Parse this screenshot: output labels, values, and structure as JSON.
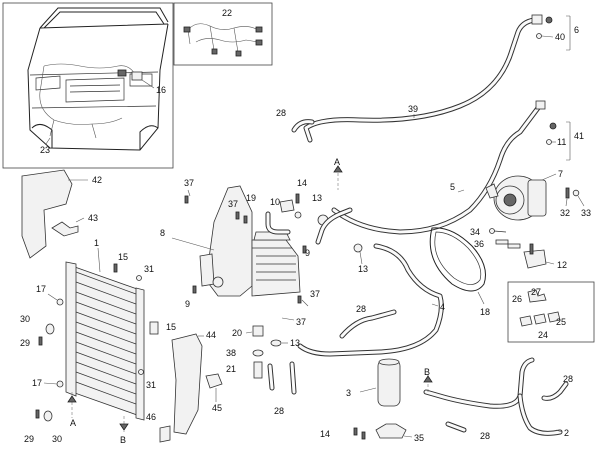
{
  "callouts": {
    "c1": "1",
    "c2": "2",
    "c3": "3",
    "c4": "4",
    "c5": "5",
    "c6": "6",
    "c7": "7",
    "c8": "8",
    "c9a": "9",
    "c9b": "9",
    "c10": "10",
    "c11": "11",
    "c12": "12",
    "c13a": "13",
    "c13b": "13",
    "c13c": "13",
    "c14a": "14",
    "c14b": "14",
    "c15a": "15",
    "c15b": "15",
    "c16": "16",
    "c17a": "17",
    "c17b": "17",
    "c18": "18",
    "c19": "19",
    "c20": "20",
    "c21": "21",
    "c22": "22",
    "c23": "23",
    "c24": "24",
    "c25": "25",
    "c26": "26",
    "c27": "27",
    "c28a": "28",
    "c28b": "28",
    "c28c": "28",
    "c28d": "28",
    "c28e": "28",
    "c29a": "29",
    "c29b": "29",
    "c30a": "30",
    "c30b": "30",
    "c31a": "31",
    "c31b": "31",
    "c32": "32",
    "c33": "33",
    "c34": "34",
    "c35": "35",
    "c36": "36",
    "c37a": "37",
    "c37b": "37",
    "c37c": "37",
    "c37d": "37",
    "c38": "38",
    "c39": "39",
    "c40": "40",
    "c41": "41",
    "c42": "42",
    "c43": "43",
    "c44": "44",
    "c45": "45",
    "c46": "46"
  },
  "connection_letters": {
    "a_top": "A",
    "a_bottom": "A",
    "b_top": "B",
    "b_bottom": "B"
  }
}
